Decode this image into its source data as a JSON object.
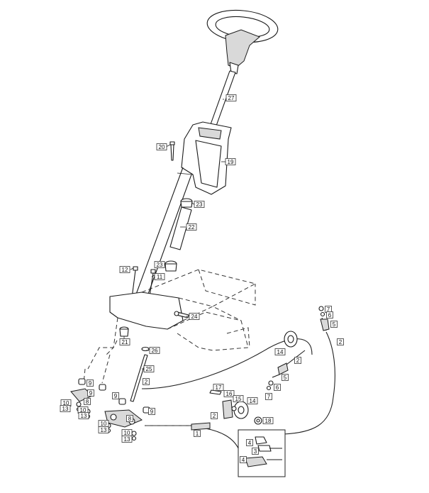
{
  "callouts": [
    {
      "id": "c27",
      "label": "27"
    },
    {
      "id": "c20",
      "label": "20"
    },
    {
      "id": "c19",
      "label": "19"
    },
    {
      "id": "c23a",
      "label": "23"
    },
    {
      "id": "c22",
      "label": "22"
    },
    {
      "id": "c12",
      "label": "12"
    },
    {
      "id": "c11",
      "label": "11"
    },
    {
      "id": "c23b",
      "label": "23"
    },
    {
      "id": "c24",
      "label": "24"
    },
    {
      "id": "c21",
      "label": "21"
    },
    {
      "id": "c26",
      "label": "26"
    },
    {
      "id": "c25",
      "label": "25"
    },
    {
      "id": "c2a",
      "label": "2"
    },
    {
      "id": "c9a",
      "label": "9"
    },
    {
      "id": "c9b",
      "label": "9"
    },
    {
      "id": "c8a",
      "label": "8"
    },
    {
      "id": "c10a",
      "label": "10"
    },
    {
      "id": "c13a",
      "label": "13"
    },
    {
      "id": "c10b",
      "label": "10"
    },
    {
      "id": "c13b",
      "label": "13"
    },
    {
      "id": "c9c",
      "label": "9"
    },
    {
      "id": "c9d",
      "label": "9"
    },
    {
      "id": "c8b",
      "label": "8"
    },
    {
      "id": "c10c",
      "label": "10"
    },
    {
      "id": "c13c",
      "label": "13"
    },
    {
      "id": "c10d",
      "label": "10"
    },
    {
      "id": "c13d",
      "label": "13"
    },
    {
      "id": "c17",
      "label": "17"
    },
    {
      "id": "c16",
      "label": "16"
    },
    {
      "id": "c15",
      "label": "15"
    },
    {
      "id": "c14a",
      "label": "14"
    },
    {
      "id": "c2b",
      "label": "2"
    },
    {
      "id": "c1",
      "label": "1"
    },
    {
      "id": "c18",
      "label": "18"
    },
    {
      "id": "c7a",
      "label": "7"
    },
    {
      "id": "c6a",
      "label": "6"
    },
    {
      "id": "c5a",
      "label": "5"
    },
    {
      "id": "c2c",
      "label": "2"
    },
    {
      "id": "c14b",
      "label": "14"
    },
    {
      "id": "c2d",
      "label": "2"
    },
    {
      "id": "c5b",
      "label": "5"
    },
    {
      "id": "c6b",
      "label": "6"
    },
    {
      "id": "c7b",
      "label": "7"
    },
    {
      "id": "c4a",
      "label": "4"
    },
    {
      "id": "c3",
      "label": "3"
    },
    {
      "id": "c4b",
      "label": "4"
    }
  ]
}
